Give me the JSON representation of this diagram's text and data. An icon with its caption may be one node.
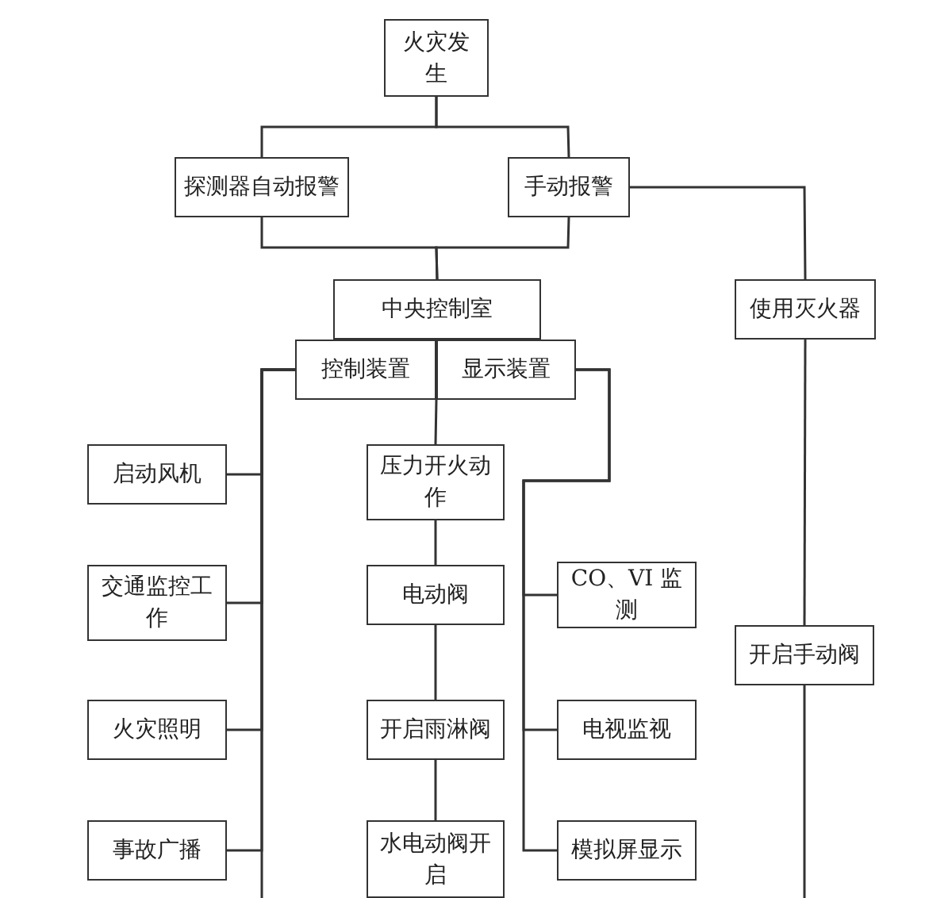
{
  "diagram": {
    "nodes": [
      {
        "text": [
          "火灾发生"
        ]
      },
      {
        "text": [
          "探测器自动报警"
        ]
      },
      {
        "text": [
          "手动报警"
        ]
      },
      {
        "text": [
          "中央控制室"
        ]
      },
      {
        "text": [
          "控制装置"
        ]
      },
      {
        "text": [
          "显示装置"
        ]
      },
      {
        "text": [
          "使用灭火器"
        ]
      },
      {
        "text": [
          "启动风机"
        ]
      },
      {
        "text": [
          "交通监控工作"
        ]
      },
      {
        "text": [
          "火灾照明"
        ]
      },
      {
        "text": [
          "事故广播"
        ]
      },
      {
        "text": [
          "压力开火动作"
        ]
      },
      {
        "text": [
          "电动阀"
        ]
      },
      {
        "text": [
          "开启雨淋阀"
        ]
      },
      {
        "text": [
          "水电动阀开启"
        ]
      },
      {
        "text": [
          "CO、VI 监测"
        ]
      },
      {
        "text": [
          "电视监视"
        ]
      },
      {
        "text": [
          "模拟屏显示"
        ]
      },
      {
        "text": [
          "开启手动阀"
        ]
      }
    ],
    "edges": [
      {
        "from": 0,
        "to": 1,
        "arrow": "none"
      },
      {
        "from": 0,
        "to": 2,
        "arrow": "none"
      },
      {
        "from": 1,
        "to": 3,
        "arrow": "none"
      },
      {
        "from": 2,
        "to": 3,
        "arrow": "none"
      },
      {
        "from": 2,
        "to": 6,
        "arrow": "none"
      },
      {
        "from": 6,
        "to": 18,
        "arrow": "none"
      },
      {
        "from": 18,
        "to": null,
        "arrow": "none"
      },
      {
        "from": 4,
        "to": 7,
        "arrow": "none"
      },
      {
        "from": 4,
        "to": 8,
        "arrow": "none"
      },
      {
        "from": 4,
        "to": 9,
        "arrow": "none"
      },
      {
        "from": 4,
        "to": 10,
        "arrow": "none"
      },
      {
        "from": 4,
        "to": null,
        "arrow": "none"
      },
      {
        "from": 4,
        "to": 11,
        "arrow": "none"
      },
      {
        "from": 11,
        "to": 12,
        "arrow": "none"
      },
      {
        "from": 12,
        "to": 13,
        "arrow": "none"
      },
      {
        "from": 13,
        "to": 14,
        "arrow": "none"
      },
      {
        "from": 5,
        "to": 15,
        "arrow": "none"
      },
      {
        "from": 5,
        "to": 16,
        "arrow": "none"
      },
      {
        "from": 5,
        "to": 17,
        "arrow": "none"
      }
    ]
  }
}
